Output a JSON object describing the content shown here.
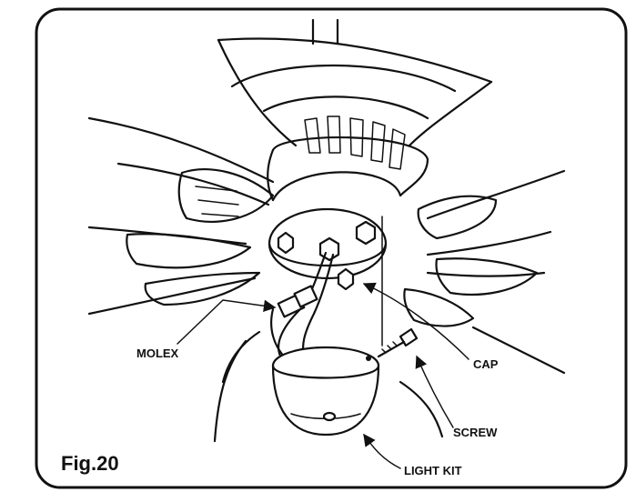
{
  "figure_label": "Fig.20",
  "labels": {
    "molex": "MOLEX",
    "cap": "CAP",
    "screw": "SCREW",
    "light_kit": "LIGHT KIT"
  }
}
